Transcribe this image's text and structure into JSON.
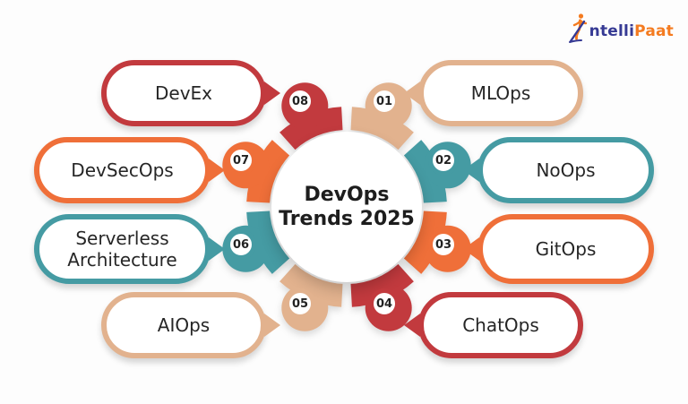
{
  "logo": {
    "part1": "ntelli",
    "part2": "Paat",
    "part1_color": "#363a94",
    "part2_color": "#f47b20"
  },
  "center": {
    "line1": "DevOps",
    "line2": "Trends 2025"
  },
  "wheel": {
    "items": [
      {
        "number": "01",
        "label": "MLOps",
        "color": "#e2b28e",
        "side": "right"
      },
      {
        "number": "02",
        "label": "NoOps",
        "color": "#459ba3",
        "side": "right"
      },
      {
        "number": "03",
        "label": "GitOps",
        "color": "#ef6f39",
        "side": "right"
      },
      {
        "number": "04",
        "label": "ChatOps",
        "color": "#c23a3e",
        "side": "right"
      },
      {
        "number": "05",
        "label": "AIOps",
        "color": "#e2b28e",
        "side": "left"
      },
      {
        "number": "06",
        "label": "Serverless Architecture",
        "color": "#459ba3",
        "side": "left"
      },
      {
        "number": "07",
        "label": "DevSecOps",
        "color": "#ef6f39",
        "side": "left"
      },
      {
        "number": "08",
        "label": "DevEx",
        "color": "#c23a3e",
        "side": "left"
      }
    ]
  }
}
